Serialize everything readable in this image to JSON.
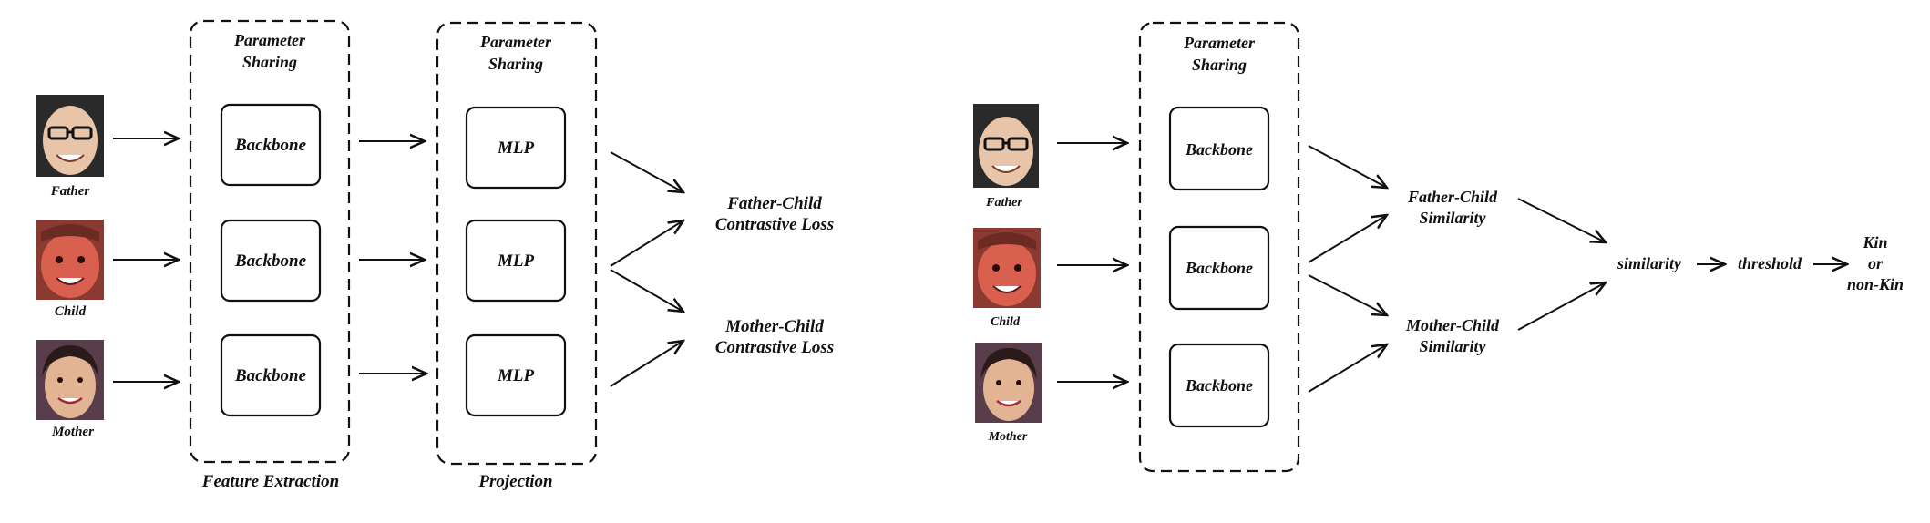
{
  "left_panel": {
    "faces": [
      {
        "name": "Father",
        "skin": "#e8c5a8",
        "bg": "#2a2a2a",
        "glasses": true
      },
      {
        "name": "Child",
        "skin": "#d9604e",
        "bg": "#8a3a30",
        "glasses": false
      },
      {
        "name": "Mother",
        "skin": "#e2b493",
        "bg": "#5a3d4a",
        "glasses": false
      }
    ],
    "group1": {
      "title_line1": "Parameter",
      "title_line2": "Sharing",
      "caption": "Feature Extraction",
      "blocks": [
        "Backbone",
        "Backbone",
        "Backbone"
      ]
    },
    "group2": {
      "title_line1": "Parameter",
      "title_line2": "Sharing",
      "caption": "Projection",
      "blocks": [
        "MLP",
        "MLP",
        "MLP"
      ]
    },
    "losses": [
      {
        "line1": "Father-Child",
        "line2": "Contrastive Loss"
      },
      {
        "line1": "Mother-Child",
        "line2": "Contrastive Loss"
      }
    ]
  },
  "right_panel": {
    "faces": [
      {
        "name": "Father",
        "skin": "#e8c5a8",
        "bg": "#2a2a2a",
        "glasses": true
      },
      {
        "name": "Child",
        "skin": "#d9604e",
        "bg": "#8a3a30",
        "glasses": false
      },
      {
        "name": "Mother",
        "skin": "#e2b493",
        "bg": "#5a3d4a",
        "glasses": false
      }
    ],
    "group": {
      "title_line1": "Parameter",
      "title_line2": "Sharing",
      "blocks": [
        "Backbone",
        "Backbone",
        "Backbone"
      ]
    },
    "similarities": [
      {
        "line1": "Father-Child",
        "line2": "Similarity"
      },
      {
        "line1": "Mother-Child",
        "line2": "Similarity"
      }
    ],
    "similarity_label": "similarity",
    "threshold_label": "threshold",
    "output": {
      "line1": "Kin",
      "line2": "or",
      "line3": "non-Kin"
    }
  }
}
